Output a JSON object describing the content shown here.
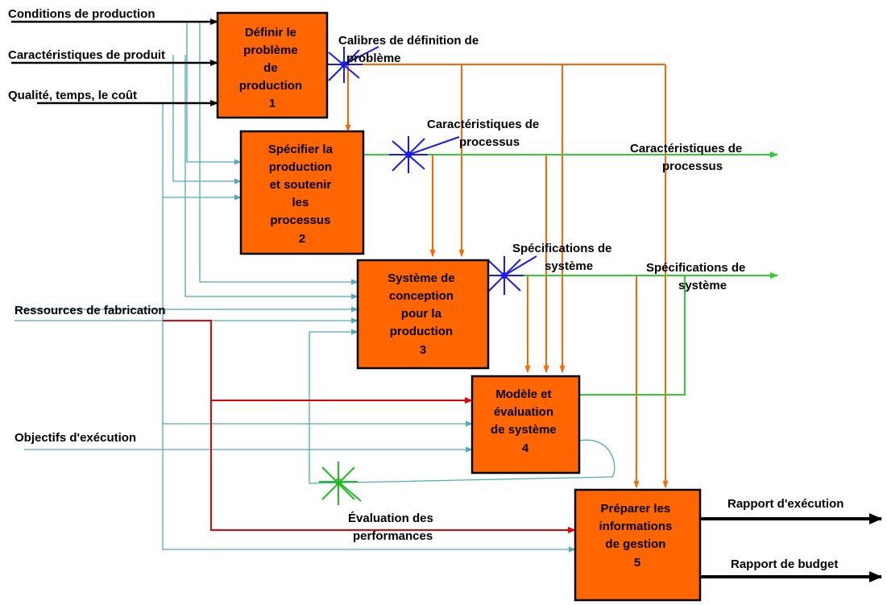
{
  "colors": {
    "box_fill": "#FF6600",
    "box_stroke": "#000000",
    "input_black": "#000000",
    "control_teal": "#4FA8C4",
    "flow_orange": "#FF6600",
    "flow_green": "#33CC33",
    "resource_red": "#EE0000",
    "marker_blue": "#1A1AEE",
    "marker_green": "#22BB22"
  },
  "boxes": [
    {
      "lines": [
        "Définir le",
        "problème",
        "de",
        "production",
        "1"
      ]
    },
    {
      "lines": [
        "Spécifier la",
        "production",
        "et soutenir",
        "les",
        "processus",
        "2"
      ]
    },
    {
      "lines": [
        "Système de",
        "conception",
        "pour la",
        "production",
        "3"
      ]
    },
    {
      "lines": [
        "Modèle et",
        "évaluation",
        "de système",
        "4"
      ]
    },
    {
      "lines": [
        "Préparer les",
        "informations",
        "de gestion",
        "5"
      ]
    }
  ],
  "inputs": {
    "conditions": "Conditions de production",
    "caracteristiques_produit": "Caractéristiques de produit",
    "qualite": "Qualité, temps, le coût",
    "ressources": "Ressources de fabrication",
    "objectifs": "Objectifs d'exécution"
  },
  "flow_labels": {
    "calibres_line1": "Calibres de définition de",
    "calibres_line2": "problème",
    "carac_processus_a_line1": "Caractéristiques de",
    "carac_processus_a_line2": "processus",
    "carac_processus_b_line1": "Caractéristiques de",
    "carac_processus_b_line2": "processus",
    "spec_systeme_a_line1": "Spécifications de",
    "spec_systeme_a_line2": "système",
    "spec_systeme_b_line1": "Spécifications de",
    "spec_systeme_b_line2": "système",
    "evaluation_line1": "Évaluation des",
    "evaluation_line2": "performances"
  },
  "outputs": {
    "rapport_execution": "Rapport d'exécution",
    "rapport_budget": "Rapport de budget"
  }
}
